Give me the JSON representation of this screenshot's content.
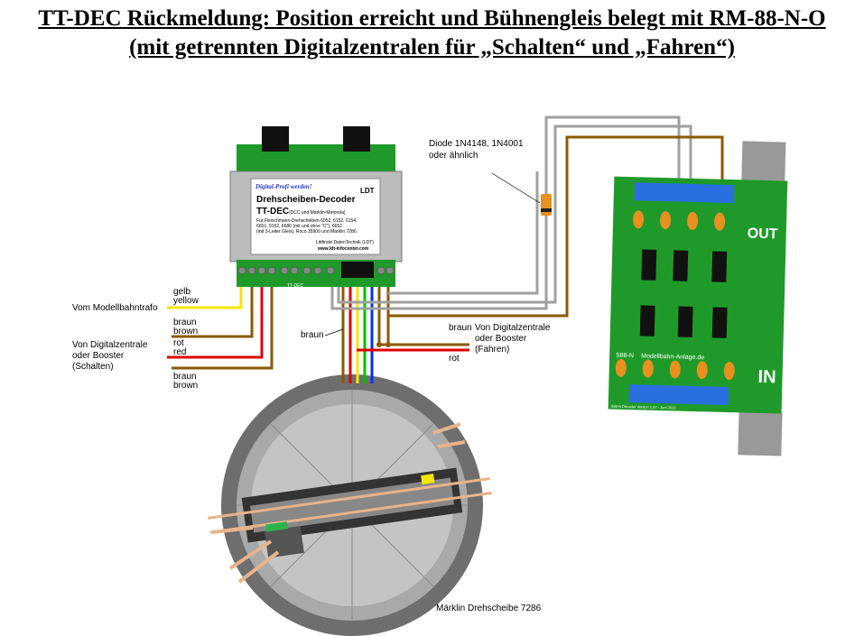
{
  "title": {
    "line1": "TT-DEC Rückmeldung: Position erreicht und Bühnengleis belegt mit RM-88-N-O",
    "line2": "(mit getrennten Digitalzentralen für „Schalten“ und „Fahren“)"
  },
  "decoder": {
    "slogan": "Digital-Profi werden!",
    "name": "Drehscheiben-Decoder",
    "model": "TT-DEC",
    "protocol": "(DCC und Märklin-Motorola)",
    "desc1": "Für Fleischmann-Drehscheiben 6052, 6152, 6154,",
    "desc2": "6651, 9152, 6680 (mit und ohne \"C\"), 6652",
    "desc3": "(mit 3-Leiter Gleis), Roco 35900 und Märklin 7286.",
    "maker": "Littfinski DatenTechnik (LDT)",
    "url": "www.ldt-infocenter.com",
    "logo": "LDT",
    "board_label": "TT-DEC"
  },
  "feedback_module": {
    "name": "S88-N",
    "brand": "Modellbahn-Anlage.de",
    "version": "S88-N Decoder Version 1.07 - Juni 2022",
    "out_label": "OUT",
    "in_label": "IN"
  },
  "labels": {
    "diode1": "Diode 1N4148, 1N4001",
    "diode2": "oder ähnlich",
    "trafo": "Vom Modellbahntrafo",
    "gelb": "gelb",
    "yellow": "yellow",
    "braun1": "braun",
    "brown1": "brown",
    "zentrale_s1": "Von Digitalzentrale",
    "zentrale_s2": "oder Booster",
    "zentrale_s3": "(Schalten)",
    "rot1": "rot",
    "red1": "red",
    "braun2": "braun",
    "brown2": "brown",
    "braun_center": "braun",
    "braun_right": "braun",
    "zentrale_f1": "Von Digitalzentrale",
    "zentrale_f2": "oder Booster",
    "zentrale_f3": "(Fahren)",
    "rot_right": "rot",
    "turntable": "Märklin Drehscheibe 7286"
  },
  "colors": {
    "yellow": "#f5e600",
    "brown": "#8b5a00",
    "red": "#e00000",
    "gray": "#a0a0a0",
    "green": "#00c000",
    "blue": "#0030ff",
    "pcb": "#1f9a2a",
    "terminal": "#2a6fe0"
  }
}
